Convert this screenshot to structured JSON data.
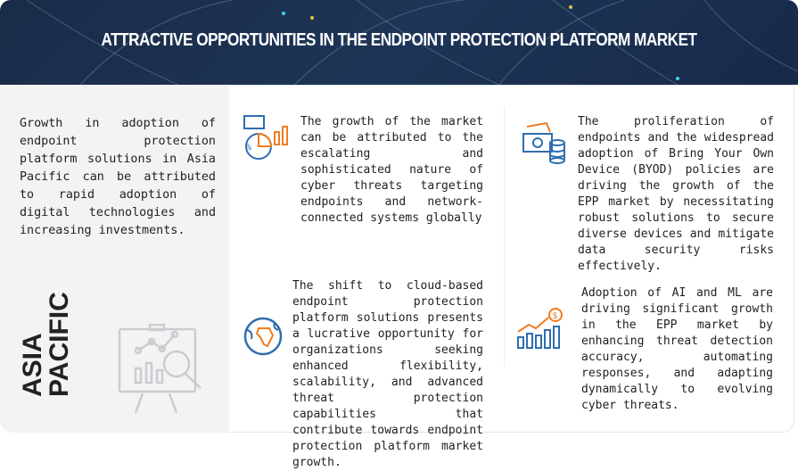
{
  "header": {
    "title": "ATTRACTIVE OPPORTUNITIES IN THE ENDPOINT PROTECTION PLATFORM MARKET"
  },
  "left": {
    "text": "Growth in adoption of endpoint protection platform solutions in Asia Pacific can be attributed to rapid adoption of digital technologies and increasing investments.",
    "region_line1": "ASIA",
    "region_line2": "PACIFIC"
  },
  "cards": [
    {
      "icon": "analytics-chart-icon",
      "text": "The growth of the market can be attributed to the escalating and sophisticated nature of cyber threats targeting endpoints and network-connected systems globally"
    },
    {
      "icon": "money-coins-icon",
      "text": "The proliferation of endpoints and the widespread adoption of Bring Your Own Device (BYOD) policies are driving the growth of the EPP market by necessitating robust solutions to secure diverse devices and mitigate data security risks effectively."
    },
    {
      "icon": "globe-icon",
      "text": "The shift to cloud-based endpoint protection platform solutions presents a lucrative opportunity for organizations seeking enhanced flexibility, scalability, and advanced threat protection capabilities that contribute towards endpoint protection platform market growth."
    },
    {
      "icon": "growth-chart-dollar-icon",
      "text": "Adoption of AI and ML are driving significant growth in the EPP market by enhancing threat detection accuracy, automating responses, and adapting dynamically to evolving cyber threats."
    }
  ],
  "colors": {
    "header_bg": "#1b2d4a",
    "accent_blue": "#2e6fb0",
    "accent_orange": "#ef7d22"
  }
}
